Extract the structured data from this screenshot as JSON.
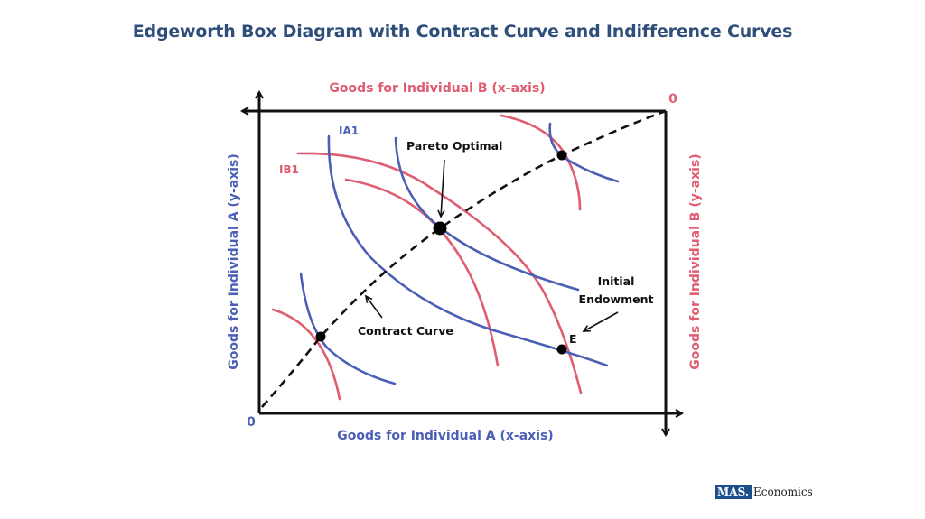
{
  "title": "Edgeworth Box Diagram with Contract Curve and Indifference Curves",
  "colors": {
    "title": "#2f4f7a",
    "individual_a": "#4a5fb5",
    "individual_b": "#e05c70",
    "axis": "#111111",
    "contract_curve": "#111111"
  },
  "axes": {
    "a_x_label": "Goods for Individual A (x-axis)",
    "a_y_label": "Goods for Individual A (y-axis)",
    "b_x_label": "Goods for Individual B (x-axis)",
    "b_y_label": "Goods for Individual B (y-axis)",
    "origin_a": "0",
    "origin_b": "0"
  },
  "curve_labels": {
    "ia1": "IA1",
    "ib1": "IB1"
  },
  "annotations": {
    "pareto_optimal": "Pareto Optimal",
    "contract_curve": "Contract Curve",
    "initial_endowment_line1": "Initial",
    "initial_endowment_line2": "Endowment",
    "endowment_point": "E"
  },
  "logo": {
    "mark": "MAS.",
    "text": "Economics"
  },
  "chart_data": {
    "type": "diagram",
    "title": "Edgeworth Box Diagram with Contract Curve and Indifference Curves",
    "elements": [
      {
        "kind": "box",
        "origin_A": "bottom-left",
        "origin_B": "top-right"
      },
      {
        "kind": "indifference_curve",
        "owner": "A",
        "label": "IA1",
        "count": 4
      },
      {
        "kind": "indifference_curve",
        "owner": "B",
        "label": "IB1",
        "count": 4
      },
      {
        "kind": "contract_curve",
        "style": "dashed",
        "from": "origin A",
        "to": "origin B"
      },
      {
        "kind": "point",
        "label": "Pareto Optimal",
        "on": "contract curve"
      },
      {
        "kind": "point",
        "label": "E",
        "annotation": "Initial Endowment"
      },
      {
        "kind": "point",
        "label": "",
        "on": "contract curve",
        "position": "lower-left tangency"
      },
      {
        "kind": "point",
        "label": "",
        "on": "contract curve",
        "position": "upper-right tangency"
      }
    ]
  }
}
